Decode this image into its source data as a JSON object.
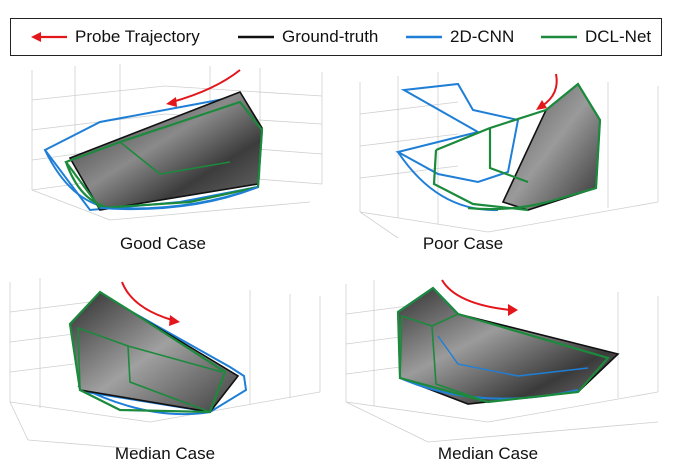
{
  "legend": {
    "items": [
      {
        "label": "Probe Trajectory",
        "color": "#e3161b",
        "style": "arrow"
      },
      {
        "label": "Ground-truth",
        "color": "#111111",
        "style": "line"
      },
      {
        "label": "2D-CNN",
        "color": "#1f7fd6",
        "style": "line"
      },
      {
        "label": "DCL-Net",
        "color": "#1b8a3c",
        "style": "line"
      }
    ]
  },
  "panels": [
    {
      "caption": "Good Case"
    },
    {
      "caption": "Poor Case"
    },
    {
      "caption": "Median Case"
    },
    {
      "caption": "Median Case"
    }
  ],
  "colors": {
    "ground_truth": "#111111",
    "cnn": "#1f7fd6",
    "dcl": "#1b8a3c",
    "trajectory": "#e3161b",
    "grid": "#cfcfcf"
  }
}
